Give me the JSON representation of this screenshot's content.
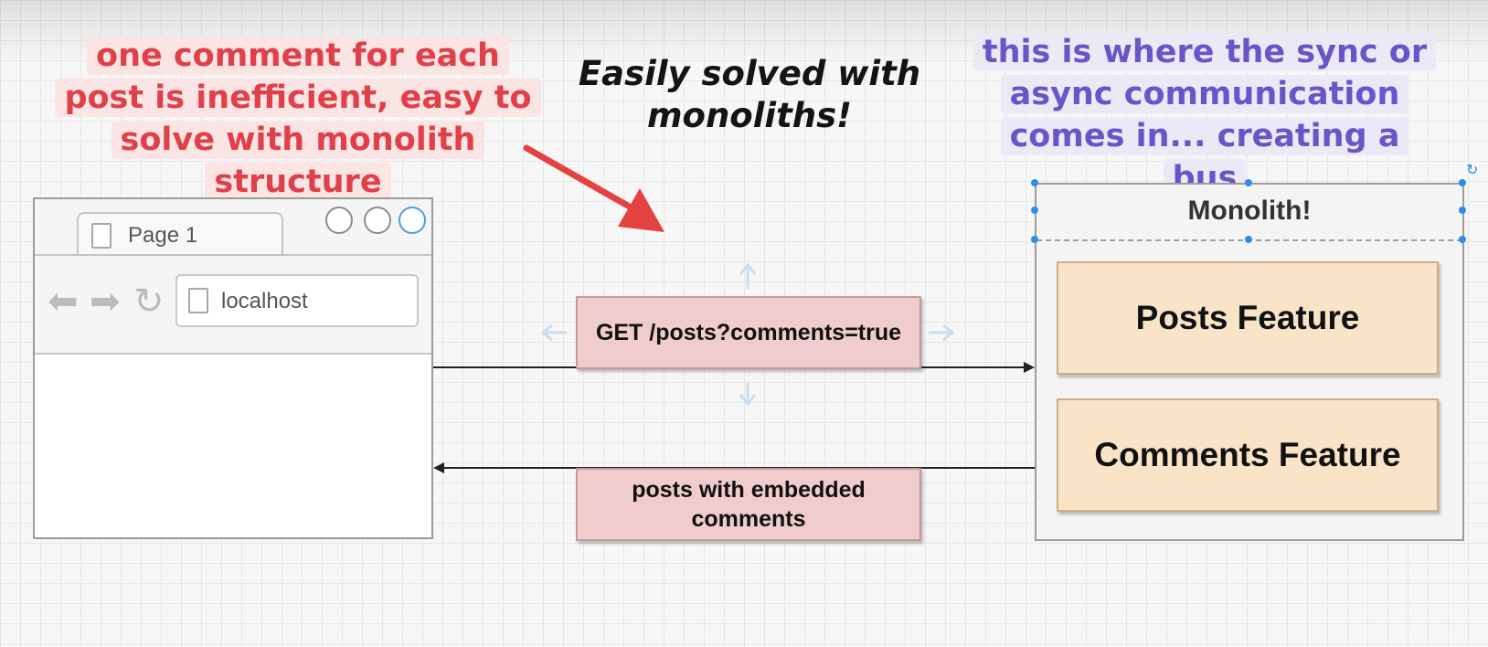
{
  "notes": {
    "problem": "one comment for each post is inefficient, easy to solve with monolith structure",
    "headline": "Easily solved with monoliths!",
    "bus": "this is where the sync or async communication comes in... creating a bus"
  },
  "browser": {
    "tab_label": "Page 1",
    "url": "localhost"
  },
  "requests": {
    "request_label": "GET /posts?comments=true",
    "response_label": "posts with embedded comments"
  },
  "monolith": {
    "title": "Monolith!",
    "features": [
      "Posts Feature",
      "Comments Feature"
    ]
  },
  "colors": {
    "note_red": "#e0404a",
    "note_purple": "#6657c8",
    "feature_fill": "#f9e4c8",
    "message_fill": "#f0cccc",
    "selection_handle": "#2e8de6"
  },
  "icons": [
    "back-arrow-icon",
    "forward-arrow-icon",
    "reload-icon",
    "page-icon",
    "red-arrow-icon"
  ]
}
